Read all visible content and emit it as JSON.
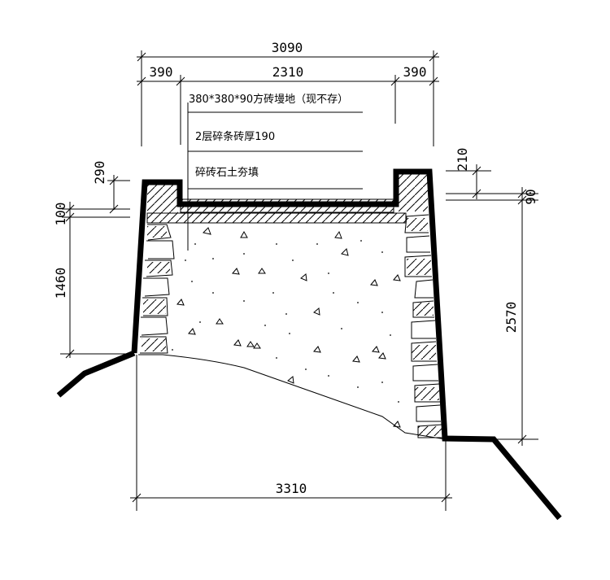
{
  "dimensions": {
    "top_overall": "3090",
    "top_left_wall": "390",
    "top_center": "2310",
    "top_right_wall": "390",
    "bottom_overall": "3310",
    "left_cap": "290",
    "left_slab": "100",
    "left_height": "1460",
    "right_cap": "210",
    "right_slab": "90",
    "right_height": "2570"
  },
  "notes": {
    "layer_1": "380*380*90方砖墁地（现不存）",
    "layer_2": "2层碎条砖厚190",
    "layer_3": "碎砖石土夯填"
  }
}
